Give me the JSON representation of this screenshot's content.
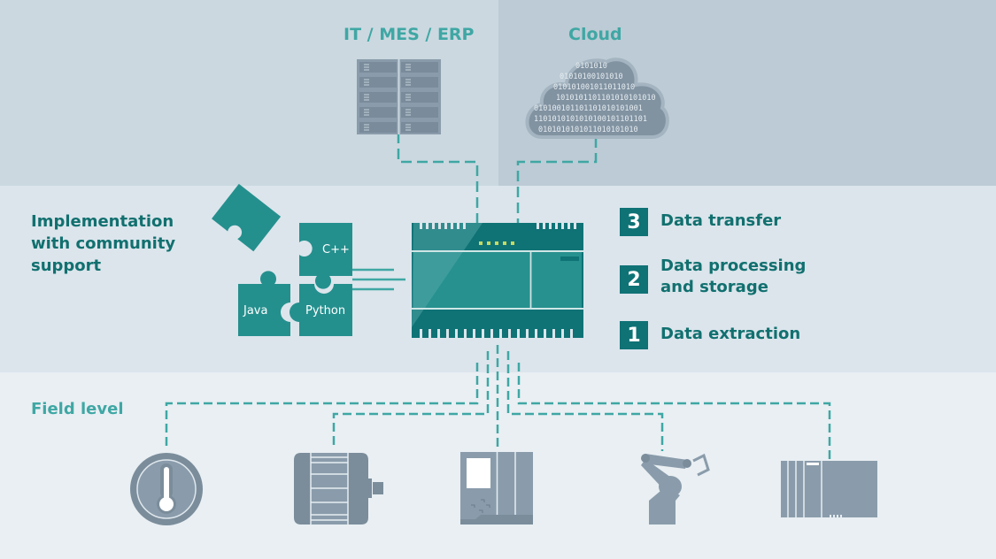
{
  "sections": {
    "enterprise_label": "IT / MES / ERP",
    "cloud_label": "Cloud",
    "implementation_label_lines": [
      "Implementation",
      "with community",
      "support"
    ],
    "field_label": "Field level"
  },
  "puzzle": {
    "pieces": [
      "C++",
      "Java",
      "Python"
    ]
  },
  "steps": [
    {
      "number": "3",
      "lines": [
        "Data transfer"
      ]
    },
    {
      "number": "2",
      "lines": [
        "Data processing",
        "and storage"
      ]
    },
    {
      "number": "1",
      "lines": [
        "Data extraction"
      ]
    }
  ],
  "cloud_binary": [
    "0101010",
    "01010100101010",
    "010101001011011010",
    "1010101101101010101010",
    "010100101101101010101001",
    "1101010101010100101101101",
    "0101010101011010101010"
  ],
  "field_devices": [
    "temperature-sensor",
    "electric-motor",
    "hmi-panel-controller",
    "industrial-robot",
    "plc-rack"
  ],
  "colors": {
    "teal_dark": "#0f7275",
    "teal_mid": "#27918f",
    "teal_light": "#3fa7a4",
    "device_gray": "#8a9cab",
    "device_gray_dark": "#728493"
  }
}
